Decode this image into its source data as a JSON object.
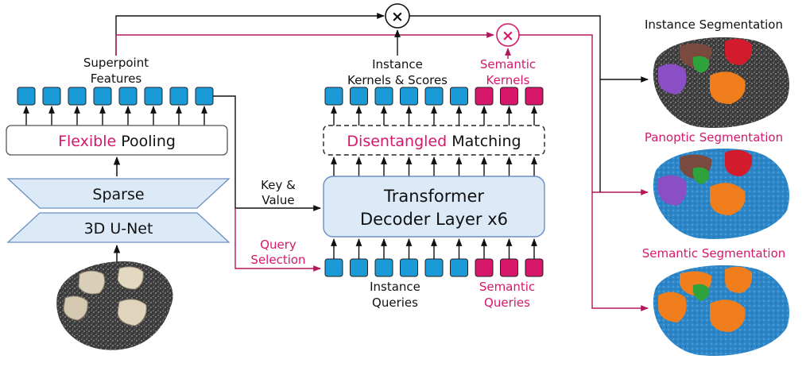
{
  "labels": {
    "superpoint_features": [
      "Superpoint",
      "Features"
    ],
    "flexible_pooling": [
      "Flexible",
      " Pooling"
    ],
    "sparse": "Sparse",
    "unet": "3D U-Net",
    "key_value": [
      "Key &",
      "Value"
    ],
    "query_selection": [
      "Query",
      "Selection"
    ],
    "transformer": [
      "Transformer",
      "Decoder Layer x6"
    ],
    "disentangled_matching": [
      "Disentangled",
      " Matching"
    ],
    "instance_kernels": [
      "Instance",
      "Kernels & Scores"
    ],
    "semantic_kernels": [
      "Semantic",
      "Kernels"
    ],
    "instance_queries": [
      "Instance",
      "Queries"
    ],
    "semantic_queries": [
      "Semantic",
      "Queries"
    ],
    "instance_segmentation": "Instance Segmentation",
    "panoptic_segmentation": "Panoptic Segmentation",
    "semantic_segmentation": "Semantic Segmentation",
    "multiply_symbol": "×"
  },
  "colors": {
    "blue_token": "#1a9ad6",
    "pink_token": "#d6176a",
    "accent_text": "#d6176a",
    "box_fill": "#dce9f7",
    "box_stroke": "#6b8fc0",
    "arrow_black": "#111111",
    "arrow_pink": "#b0195a"
  },
  "tokens": {
    "superpoint_features_blue": 8,
    "instance_kernel_blue": 6,
    "semantic_kernel_pink": 3,
    "instance_query_blue": 6,
    "semantic_query_pink": 3
  }
}
